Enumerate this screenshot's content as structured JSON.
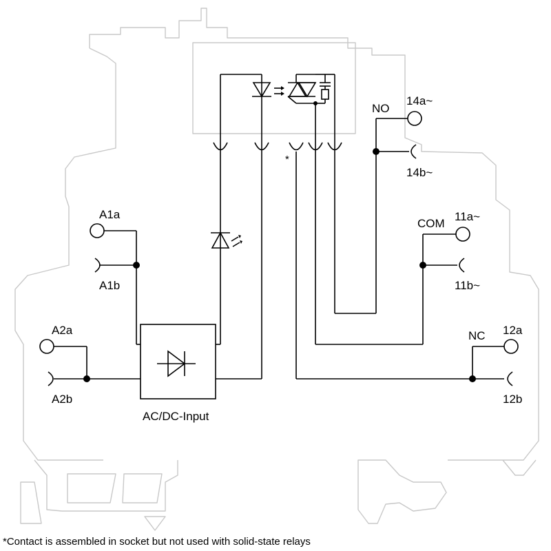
{
  "terminals": {
    "a1a": "A1a",
    "a1b": "A1b",
    "a2a": "A2a",
    "a2b": "A2b",
    "t14a": "14a~",
    "t14b": "14b~",
    "t11a": "11a~",
    "t11b": "11b~",
    "t12a": "12a",
    "t12b": "12b"
  },
  "contacts": {
    "no": "NO",
    "com": "COM",
    "nc": "NC"
  },
  "input_module": {
    "label": "AC/DC-Input"
  },
  "asterisk": "*",
  "footnote": "*Contact is assembled in socket but not used with solid-state relays"
}
